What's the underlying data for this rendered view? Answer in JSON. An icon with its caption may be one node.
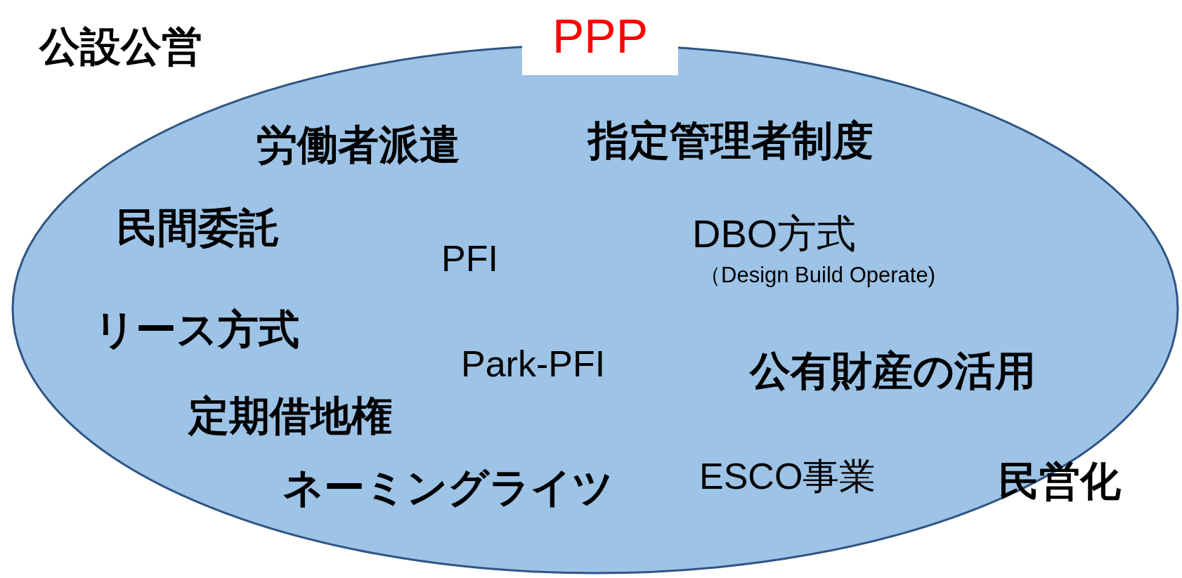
{
  "diagram": {
    "nodes": [
      {
        "text": [
          "PPP"
        ]
      }
    ],
    "edges": [],
    "labels": [
      "公設公営",
      "労働者派遣",
      "指定管理者制度",
      "民間委託",
      "PFI",
      "DBO方式",
      "（Design Build Operate)",
      "リース方式",
      "Park-PFI",
      "公有財産の活用",
      "定期借地権",
      "ネーミングライツ",
      "ESCO事業",
      "民営化"
    ]
  }
}
